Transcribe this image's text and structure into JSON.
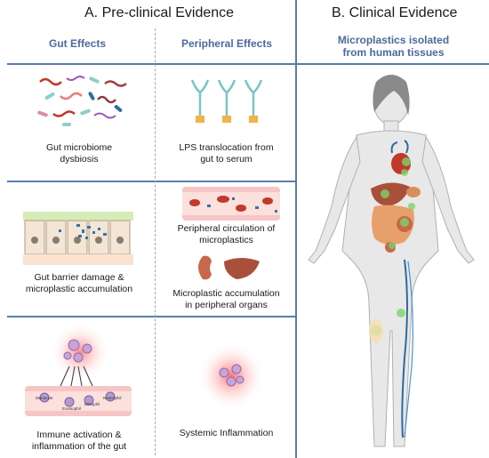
{
  "panel_a": {
    "title": "A. Pre-clinical Evidence",
    "col_gut": "Gut Effects",
    "col_peripheral": "Peripheral Effects",
    "row1_gut_caption_line1": "Gut microbiome",
    "row1_gut_caption_line2": "dysbiosis",
    "row1_periph_caption_line1": "LPS translocation from",
    "row1_periph_caption_line2": "gut to serum",
    "row2_gut_caption_line1": "Gut barrier damage &",
    "row2_gut_caption_line2": "microplastic accumulation",
    "row2_periph_caption1_line1": "Peripheral circulation of",
    "row2_periph_caption1_line2": "microplastics",
    "row2_periph_caption2_line1": "Microplastic accumulation",
    "row2_periph_caption2_line2": "in peripheral organs",
    "row3_gut_caption_line1": "Immune activation &",
    "row3_gut_caption_line2": "inflammation of the gut",
    "row3_periph_caption": "Systemic Inflammation",
    "cell_labels": {
      "monocyte": "Monocyte",
      "eosinophil": "Eosinophil",
      "basophil": "Basophil",
      "neutrophil": "Neutrophil"
    }
  },
  "panel_b": {
    "title": "B. Clinical Evidence",
    "subtitle_line1": "Microplastics isolated",
    "subtitle_line2": "from human tissues"
  },
  "colors": {
    "accent_blue": "#4a6a9c",
    "divider": "#5a7bb0",
    "inflammation_glow": "#ff8a8a",
    "microplastic_green": "#7dd36a"
  }
}
